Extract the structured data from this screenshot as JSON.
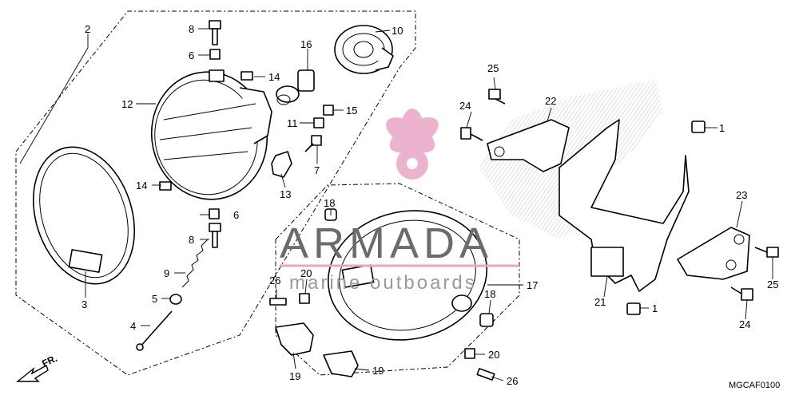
{
  "diagram_code": "MGCAF0100",
  "direction_label": "FR.",
  "watermark": {
    "brand": "ARMADA",
    "subtitle": "marine outboards",
    "color": "#e8a6c6"
  },
  "callouts": [
    "2",
    "8",
    "6",
    "16",
    "10",
    "14",
    "12",
    "15",
    "11",
    "7",
    "13",
    "14",
    "6",
    "8",
    "9",
    "5",
    "4",
    "3",
    "25",
    "24",
    "22",
    "1",
    "18",
    "20",
    "26",
    "17",
    "18",
    "20",
    "19",
    "19",
    "26",
    "23",
    "1",
    "21",
    "25",
    "24"
  ]
}
